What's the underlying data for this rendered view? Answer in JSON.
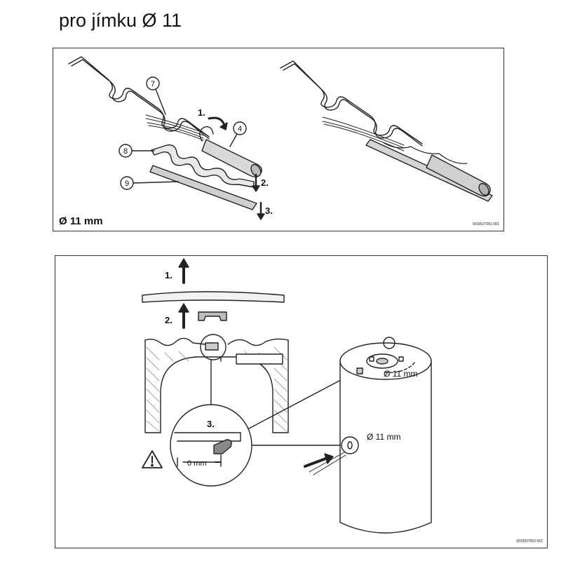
{
  "heading": "pro jímku Ø 11",
  "top_panel": {
    "step1": "1.",
    "step2": "2.",
    "step3": "3.",
    "callout_4": "4",
    "callout_7": "7",
    "callout_8": "8",
    "callout_9": "9",
    "diameter_label": "Ø 11 mm",
    "image_code": "0010027051-001"
  },
  "bottom_panel": {
    "step1": "1.",
    "step2": "2.",
    "step3": "3.",
    "gap_label": "0 mm",
    "diameter_top": "Ø 11 mm",
    "diameter_side": "Ø 11 mm",
    "warning_icon": "warning-triangle-icon",
    "image_code": "0010027052-001"
  }
}
